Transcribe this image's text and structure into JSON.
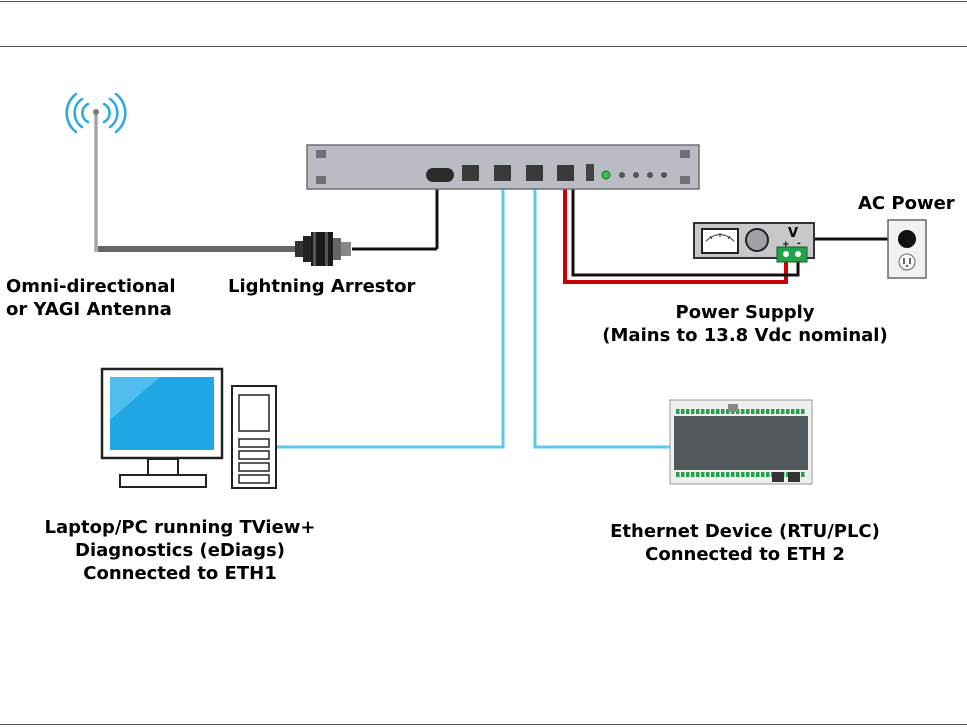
{
  "colors": {
    "ethernet_cable": "#5bc8ec",
    "coax_cable": "#666666",
    "power_positive": "#cc0000",
    "power_negative": "#111111",
    "antenna_waves": "#29a8e0",
    "radio_body": "#b9bcc2",
    "monitor_screen": "#1fa7e6",
    "rtu_board": "#52585c",
    "rtu_terminals": "#22a34a"
  },
  "icons": [
    "antenna-icon",
    "radio-unit-icon",
    "lightning-arrestor-icon",
    "power-supply-icon",
    "ac-outlet-icon",
    "desktop-pc-icon",
    "rtu-plc-icon"
  ],
  "labels": {
    "antenna": [
      "Omni-directional",
      "or YAGI Antenna"
    ],
    "arrestor": "Lightning Arrestor",
    "ac_power": "AC Power",
    "power_supply": [
      "Power Supply",
      "(Mains to 13.8 Vdc nominal)"
    ],
    "pc": [
      "Laptop/PC running TView+",
      "Diagnostics (eDiags)",
      "Connected to ETH1"
    ],
    "rtu": [
      "Ethernet Device (RTU/PLC)",
      "Connected to ETH 2"
    ],
    "psu_meter_label": "V",
    "psu_plus": "+",
    "psu_minus": "-"
  }
}
